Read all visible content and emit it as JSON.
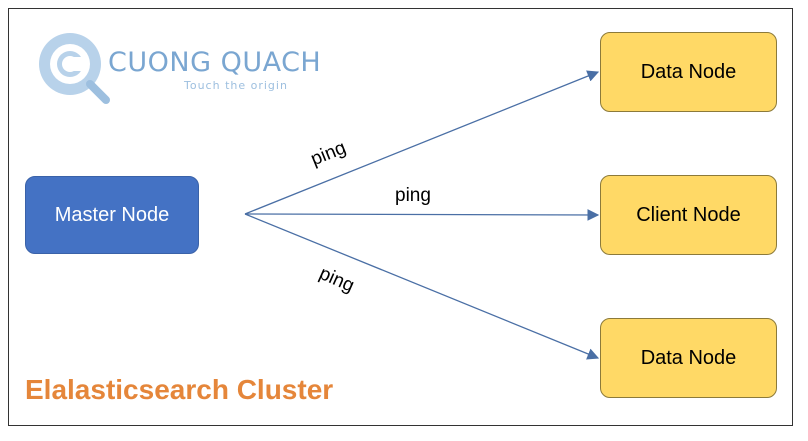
{
  "logo": {
    "title": "CUONG QUACH",
    "tagline": "Touch the origin",
    "icon": "magnifier-c-logo-icon"
  },
  "nodes": {
    "master": {
      "label": "Master Node"
    },
    "data_top": {
      "label": "Data Node"
    },
    "client": {
      "label": "Client Node"
    },
    "data_bottom": {
      "label": "Data Node"
    }
  },
  "edges": [
    {
      "label": "ping",
      "from": "Master Node",
      "to": "Data Node (top)"
    },
    {
      "label": "ping",
      "from": "Master Node",
      "to": "Client Node"
    },
    {
      "label": "ping",
      "from": "Master Node",
      "to": "Data Node (bottom)"
    }
  ],
  "cluster": {
    "title": "Elalasticsearch Cluster"
  },
  "colors": {
    "master_fill": "#4472c4",
    "worker_fill": "#ffd966",
    "arrow": "#4a6fa5",
    "cluster_title": "#e5863a",
    "logo": "#7aa6d1"
  }
}
